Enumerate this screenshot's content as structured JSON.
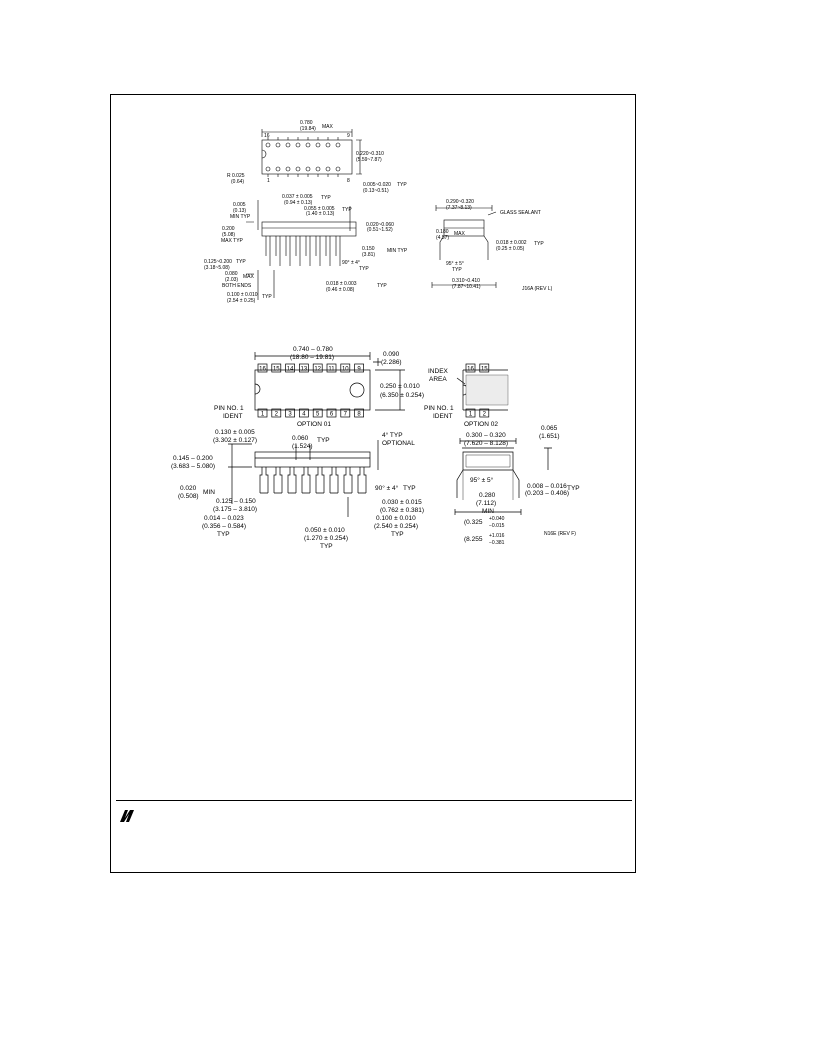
{
  "logo": {
    "name": "national-semiconductor-logo"
  },
  "figure1": {
    "top": {
      "len": "0.780",
      "len_mm": "(19.84)",
      "len_max": "MAX",
      "pin16": "16",
      "pin9": "9",
      "pin1": "1",
      "pin8": "8",
      "r025": "R 0.025",
      "r025mm": "(0.64)",
      "w1": "0.220~0.310",
      "w1mm": "(5.59~7.87)",
      "l": "0.005~0.020",
      "lmm": "(0.13~0.51)",
      "ltyp": "TYP"
    },
    "side": {
      "d1": "0.037 ± 0.005",
      "d1mm": "(0.94 ± 0.13)",
      "d1t": "TYP",
      "d2": "0.005",
      "d2mm": "(0.13)",
      "d2t": "MIN TYP",
      "d3": "0.055 ± 0.005",
      "d3mm": "(1.40 ± 0.13)",
      "d3t": "TYP",
      "d4": "0.200",
      "d4mm": "(5.08)",
      "d4t": "MAX TYP",
      "d5": "0.020~0.060",
      "d5mm": "(0.51~1.52)",
      "d6": "0.150",
      "d6mm": "(3.81)",
      "d6t": "MIN TYP",
      "d7": "0.125~0.200",
      "d7t": "TYP",
      "d7mm": "(3.18~5.08)",
      "d8": "0.080",
      "d8mm": "(2.03)",
      "d8t": "MAX",
      "d8b": "BOTH ENDS",
      "ang": "90° ± 4°",
      "angt": "TYP",
      "d9": "0.018 ± 0.003",
      "d9mm": "(0.46 ± 0.08)",
      "d9t": "TYP",
      "d10": "0.100 ± 0.010",
      "d10mm": "(2.54 ± 0.25)",
      "d10t": "TYP"
    },
    "end": {
      "e1": "0.290~0.320",
      "e1mm": "(7.37~8.13)",
      "glass": "GLASS SEALANT",
      "e2": "0.180",
      "e2mm": "(4.57)",
      "e2t": "MAX",
      "e3": "0.018 ± 0.002",
      "e3mm": "(0.25 ± 0.05)",
      "e3t": "TYP",
      "ang": "95° ± 5°",
      "angt": "TYP",
      "e4": "0.310~0.410",
      "e4mm": "(7.87~10.41)",
      "ref": "J16A (REV L)"
    }
  },
  "figure2": {
    "top": {
      "len": "0.740 – 0.780",
      "len_mm": "(18.80 – 19.81)",
      "tip": "0.090",
      "tip_mm": "(2.286)",
      "w": "0.250 ± 0.010",
      "w_mm": "(6.350 ± 0.254)",
      "pin1a": "PIN NO. 1",
      "pin1b": "IDENT",
      "option1": "OPTION 01",
      "top_pins": [
        "16",
        "15",
        "14",
        "13",
        "12",
        "11",
        "10",
        "9"
      ],
      "bot_pins": [
        "1",
        "2",
        "3",
        "4",
        "5",
        "6",
        "7",
        "8"
      ]
    },
    "opt2": {
      "index1": "INDEX",
      "index2": "AREA",
      "pin1a": "PIN NO. 1",
      "pin1b": "IDENT",
      "option2": "OPTION 02",
      "top_pins": [
        "16",
        "15"
      ],
      "bot_pins": [
        "1",
        "2"
      ]
    },
    "side": {
      "h1": "0.130 ± 0.005",
      "h1mm": "(3.302 ± 0.127)",
      "h2": "0.060",
      "h2mm": "(1.524)",
      "h2t": "TYP",
      "h3": "4° TYP",
      "h3t": "OPTIONAL",
      "h4": "0.145 – 0.200",
      "h4mm": "(3.683 – 5.080)",
      "h5": "0.020",
      "h5mm": "(0.508)",
      "h5t": "MIN",
      "h6": "0.125 – 0.150",
      "h6mm": "(3.175 – 3.810)",
      "ang": "90° ± 4°",
      "angt": "TYP",
      "h7": "0.030 ± 0.015",
      "h7mm": "(0.762 ± 0.381)",
      "h8": "0.014 – 0.023",
      "h8mm": "(0.356 – 0.584)",
      "h8t": "TYP",
      "h9": "0.050 ± 0.010",
      "h9mm": "(1.270 ± 0.254)",
      "h9t": "TYP",
      "h10": "0.100 ± 0.010",
      "h10mm": "(2.540 ± 0.254)",
      "h10t": "TYP"
    },
    "end": {
      "e1": "0.300 – 0.320",
      "e1mm": "(7.620 – 8.128)",
      "e2": "0.065",
      "e2mm": "(1.651)",
      "ang": "95° ± 5°",
      "e3": "0.008 – 0.016",
      "e3mm": "(0.203 – 0.406)",
      "e3t": "TYP",
      "e4": "0.280",
      "e4mm": "(7.112)",
      "e4t": "MIN",
      "e5": "(0.325",
      "e5a": "+0.040",
      "e5b": "−0.015",
      "e6": "(8.255",
      "e6a": "+1.016",
      "e6b": "−0.381",
      "ref": "N16E (REV F)"
    }
  }
}
